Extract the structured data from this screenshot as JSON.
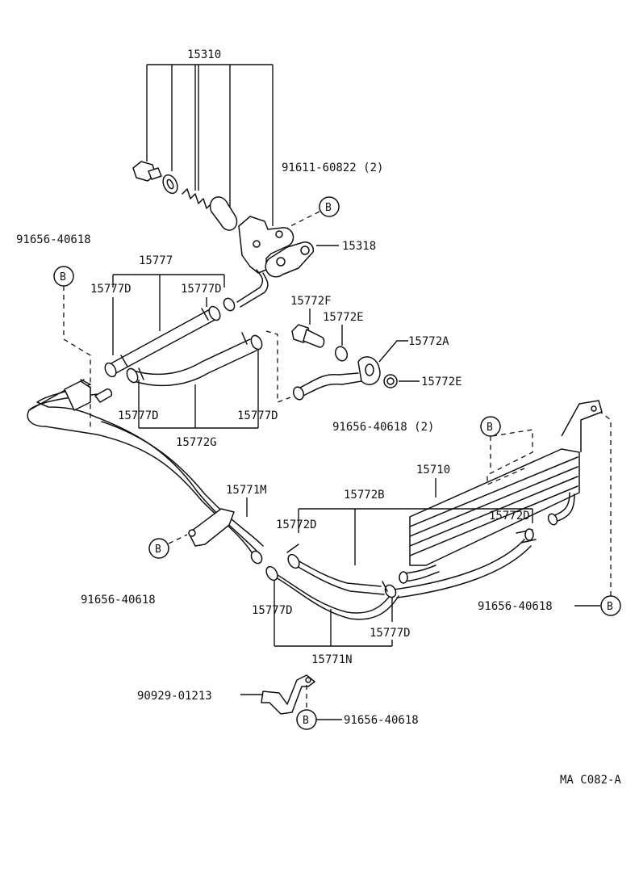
{
  "labels": {
    "assy_15310": "15310",
    "bolt_91611": "91611-60822 (2)",
    "bolt_tl": "91656-40618",
    "gasket": "15318",
    "hose_assy": "15777",
    "clamp_a": "15777D",
    "clamp_b": "15777D",
    "clamp_c": "15777D",
    "clamp_d": "15777D",
    "hose_g": "15772G",
    "union_f": "15772F",
    "gasket_e": "15772E",
    "pipe_a": "15772A",
    "gasket_e2": "15772E",
    "bolt_2": "91656-40618 (2)",
    "cooler": "15710",
    "pipe_m": "15771M",
    "hose_b": "15772B",
    "clamp_d1": "15772D",
    "clamp_d2": "15772D",
    "bolt_ml": "91656-40618",
    "bolt_mr": "91656-40618",
    "clamp_e": "15777D",
    "clamp_f": "15777D",
    "pipe_n": "15771N",
    "bracket": "90929-01213",
    "bolt_b": "91656-40618",
    "code": "MA C082-A"
  },
  "marker": "B"
}
